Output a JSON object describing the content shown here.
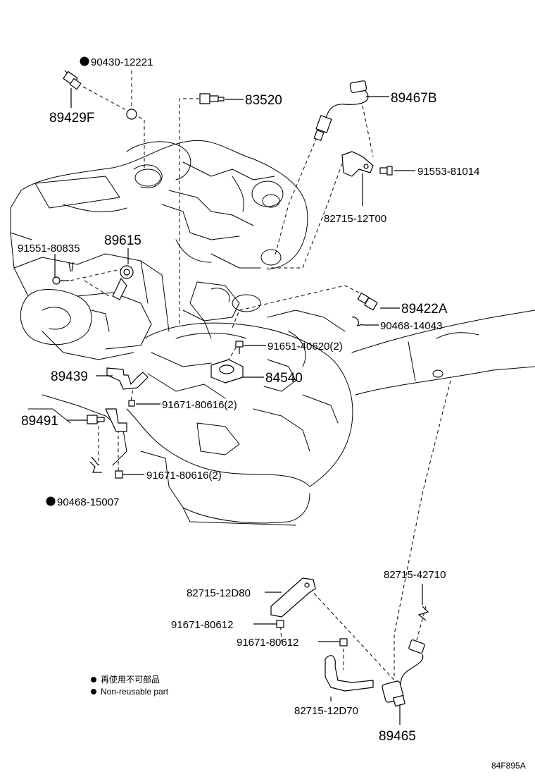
{
  "labels": {
    "p90430_12221": "90430-12221",
    "p89429F": "89429F",
    "p83520": "83520",
    "p89467B": "89467B",
    "p91553_81014": "91553-81014",
    "p82715_12T00": "82715-12T00",
    "p91551_80835": "91551-80835",
    "p89615": "89615",
    "p89422A": "89422A",
    "p90468_14043": "90468-14043",
    "p91651_40620": "91651-40620(2)",
    "p89439": "89439",
    "p84540": "84540",
    "p91671_80616a": "91671-80616(2)",
    "p89491": "89491",
    "p91671_80616b": "91671-80616(2)",
    "p90468_15007": "90468-15007",
    "p82715_42710": "82715-42710",
    "p82715_12D80": "82715-12D80",
    "p91671_80612a": "91671-80612",
    "p91671_80612b": "91671-80612",
    "p82715_12D70": "82715-12D70",
    "p89465": "89465"
  },
  "legend": {
    "jp": "再使用不可部品",
    "en": "Non-reusable part"
  },
  "figure_code": "84F895A"
}
